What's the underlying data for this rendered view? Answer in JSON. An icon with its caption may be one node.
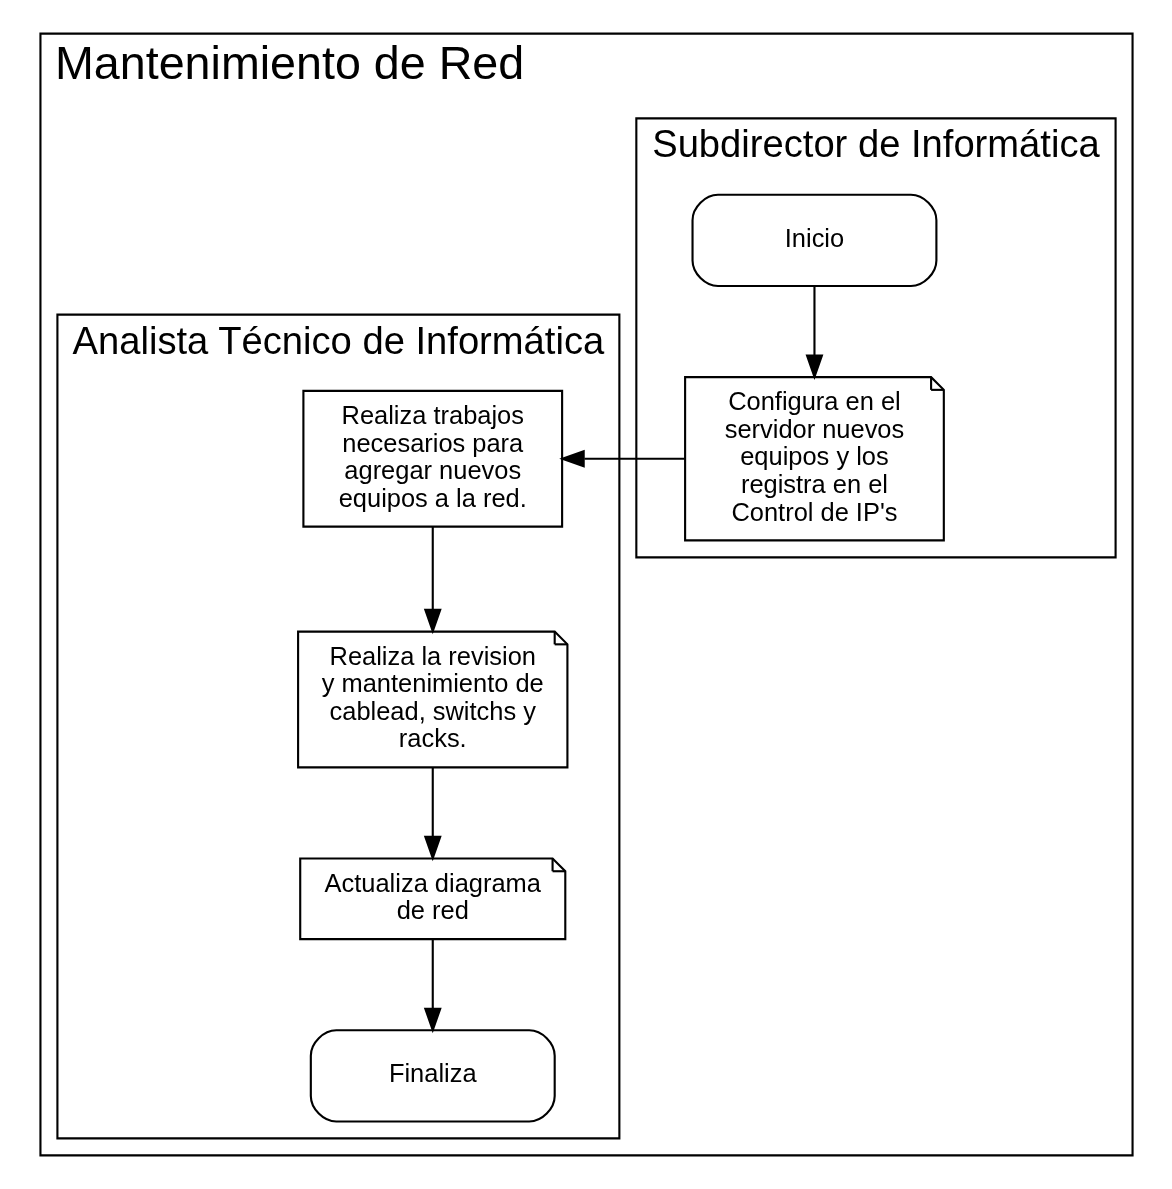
{
  "diagram": {
    "nodes": [
      {
        "text": [
          "Mantenimiento de Red"
        ]
      },
      {
        "text": [
          "Subdirector de Informática"
        ],
        "in": 0
      },
      {
        "text": [
          "Analista Técnico de Informática"
        ],
        "in": 0
      },
      {
        "text": [
          "Inicio"
        ],
        "in": 1
      },
      {
        "text": [
          "Configura en el servidor nuevos equipos y los registra en el Control de IP's"
        ],
        "in": 1
      },
      {
        "text": [
          "Realiza trabajos necesarios para agregar nuevos equipos a la red."
        ],
        "in": 2
      },
      {
        "text": [
          "Realiza la revision y mantenimiento de cablead, switchs y racks."
        ],
        "in": 2
      },
      {
        "text": [
          "Actualiza diagrama de red"
        ],
        "in": 2
      },
      {
        "text": [
          "Finaliza"
        ],
        "in": 2
      }
    ],
    "edges": [
      {
        "from": 3,
        "to": 4,
        "arrow": "to"
      },
      {
        "from": 4,
        "to": 5,
        "arrow": "to"
      },
      {
        "from": 5,
        "to": 6,
        "arrow": "to"
      },
      {
        "from": 6,
        "to": 7,
        "arrow": "to"
      },
      {
        "from": 7,
        "to": 8,
        "arrow": "to"
      }
    ]
  }
}
